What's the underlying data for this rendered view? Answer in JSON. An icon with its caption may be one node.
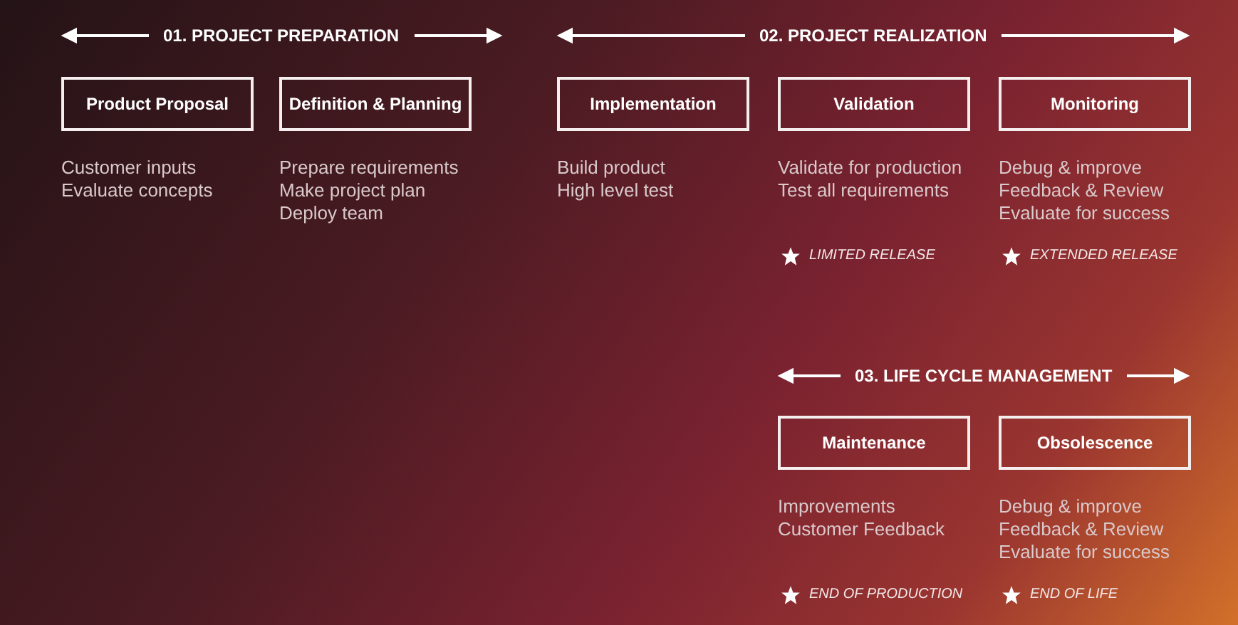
{
  "diagram": {
    "nodes": [
      {
        "text": [
          "Product Proposal"
        ],
        "beside": [
          "Customer inputs",
          "Evaluate concepts"
        ]
      },
      {
        "text": [
          "Definition & Planning"
        ],
        "beside": [
          "Prepare requirements",
          "Make project plan",
          "Deploy team"
        ]
      },
      {
        "text": [
          "Implementation"
        ],
        "beside": [
          "Build product",
          "High level test"
        ]
      },
      {
        "text": [
          "Validation"
        ],
        "beside": [
          "Validate for production",
          "Test all requirements"
        ]
      },
      {
        "text": [
          "Monitoring"
        ],
        "beside": [
          "Debug & improve",
          "Feedback & Review",
          "Evaluate for success"
        ]
      },
      {
        "text": [
          "Maintenance"
        ],
        "beside": [
          "Improvements",
          "Customer Feedback"
        ]
      },
      {
        "text": [
          "Obsolescence"
        ],
        "beside": [
          "Debug & improve",
          "Feedback & Review",
          "Evaluate for success"
        ]
      }
    ],
    "edges": [],
    "labels": [
      "01. PROJECT PREPARATION",
      "02. PROJECT REALIZATION",
      "LIMITED RELEASE",
      "EXTENDED RELEASE",
      "03. LIFE CYCLE MANAGEMENT",
      "END OF PRODUCTION",
      "END OF LIFE"
    ]
  }
}
